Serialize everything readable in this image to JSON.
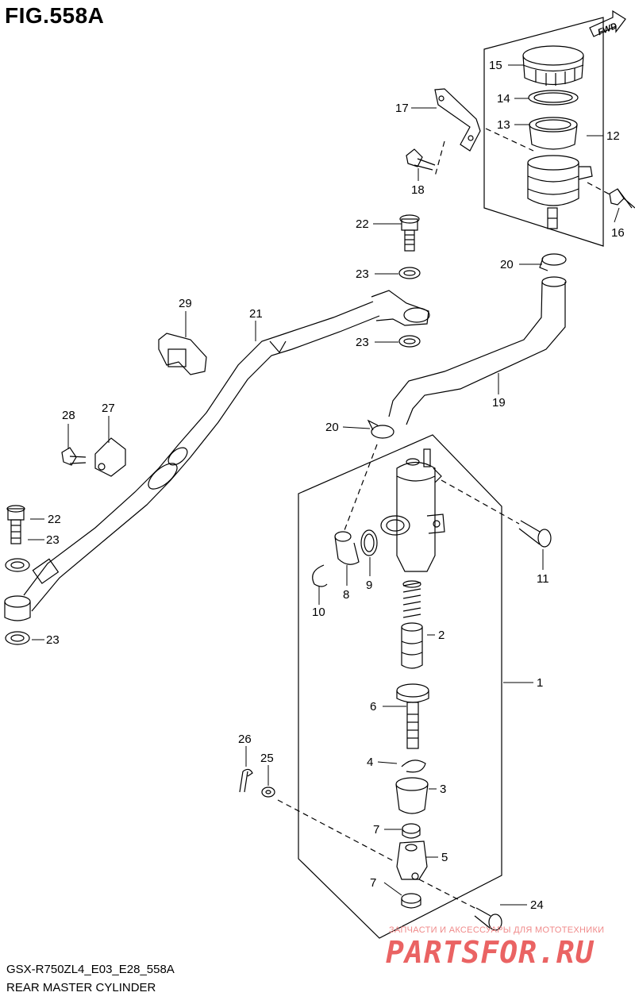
{
  "figure": {
    "title": "FIG.558A",
    "fwd_label": "FWD",
    "model_code": "GSX-R750ZL4_E03_E28_558A",
    "section_name": "REAR MASTER CYLINDER"
  },
  "watermark": {
    "subtitle": "ЗАПЧАСТИ И АКСЕССУАРЫ ДЛЯ МОТОТЕХНИКИ",
    "brand": "PARTSFOR.RU"
  },
  "callouts": {
    "c1": "1",
    "c2": "2",
    "c3": "3",
    "c4": "4",
    "c5": "5",
    "c6": "6",
    "c7a": "7",
    "c7b": "7",
    "c8": "8",
    "c9": "9",
    "c10": "10",
    "c11": "11",
    "c12": "12",
    "c13": "13",
    "c14": "14",
    "c15": "15",
    "c16": "16",
    "c17": "17",
    "c18": "18",
    "c19": "19",
    "c20a": "20",
    "c20b": "20",
    "c21": "21",
    "c22a": "22",
    "c22b": "22",
    "c23a": "23",
    "c23b": "23",
    "c23c": "23",
    "c23d": "23",
    "c24": "24",
    "c25": "25",
    "c26": "26",
    "c27": "27",
    "c28": "28",
    "c29": "29"
  }
}
